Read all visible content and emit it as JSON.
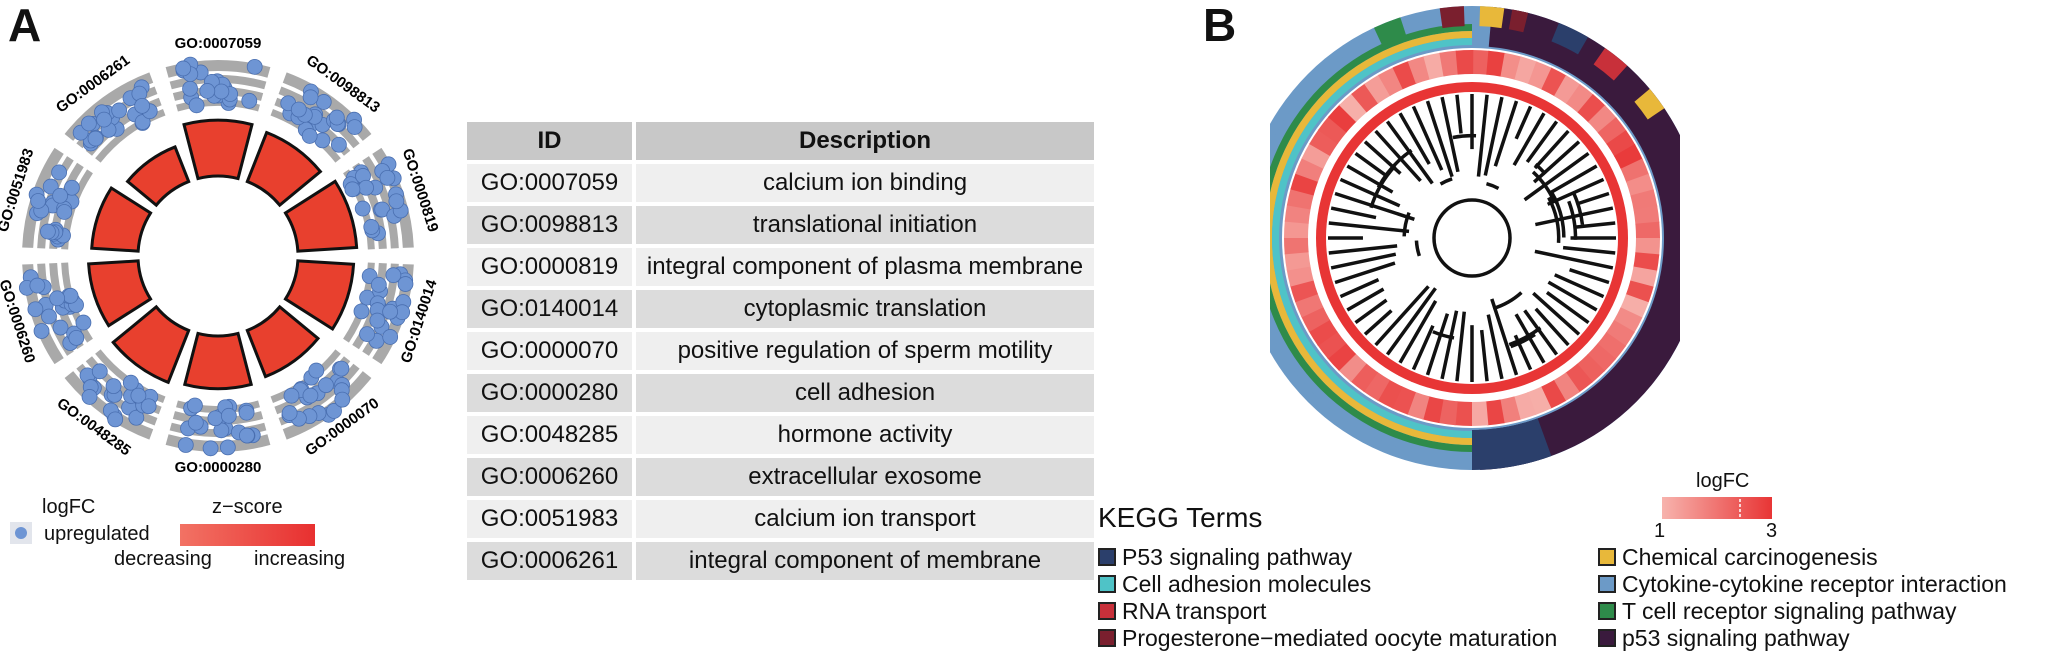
{
  "panel_a_label": "A",
  "panel_b_label": "B",
  "go_circle": {
    "terms": [
      "GO:0007059",
      "GO:0098813",
      "GO:0000819",
      "GO:0140014",
      "GO:0000070",
      "GO:0000280",
      "GO:0048285",
      "GO:0006260",
      "GO:0051983",
      "GO:0006261"
    ],
    "zscore_levels": [
      0.9,
      0.85,
      0.95,
      0.9,
      0.8,
      0.85,
      0.9,
      0.8,
      0.75,
      0.6
    ]
  },
  "legend_a": {
    "logfc_title": "logFC",
    "upregulated": "upregulated",
    "zscore_title": "z−score",
    "decreasing": "decreasing",
    "increasing": "increasing"
  },
  "table": {
    "headers": [
      "ID",
      "Description"
    ],
    "rows": [
      [
        "GO:0007059",
        "calcium ion binding"
      ],
      [
        "GO:0098813",
        "translational initiation"
      ],
      [
        "GO:0000819",
        "integral component of plasma membrane"
      ],
      [
        "GO:0140014",
        "cytoplasmic translation"
      ],
      [
        "GO:0000070",
        "positive regulation of sperm motility"
      ],
      [
        "GO:0000280",
        "cell adhesion"
      ],
      [
        "GO:0048285",
        "hormone activity"
      ],
      [
        "GO:0006260",
        "extracellular exosome"
      ],
      [
        "GO:0051983",
        "calcium ion transport"
      ],
      [
        "GO:0006261",
        "integral component of membrane"
      ]
    ]
  },
  "kegg": {
    "title": "KEGG Terms",
    "logfc_title": "logFC",
    "logfc_min": "1",
    "logfc_max": "3",
    "terms": [
      {
        "name": "P53 signaling pathway",
        "color": "#2b3f6b"
      },
      {
        "name": "Cell adhesion molecules",
        "color": "#4fc3c7"
      },
      {
        "name": "RNA transport",
        "color": "#c8303a"
      },
      {
        "name": "Progesterone−mediated oocyte maturation",
        "color": "#7a1f2e"
      },
      {
        "name": "Chemical carcinogenesis",
        "color": "#e8b83a"
      },
      {
        "name": "Cytokine-cytokine receptor interaction",
        "color": "#6c9ac7"
      },
      {
        "name": "T cell receptor signaling pathway",
        "color": "#2e8b4a"
      },
      {
        "name": "p53 signaling pathway",
        "color": "#3a1a3d"
      }
    ]
  },
  "colors": {
    "point_blue": "#6e95d4",
    "grey_band": "#a9a9a9",
    "bar_red": "#e8402e",
    "heat_low": "#f7b3ad",
    "heat_high": "#e83535"
  }
}
